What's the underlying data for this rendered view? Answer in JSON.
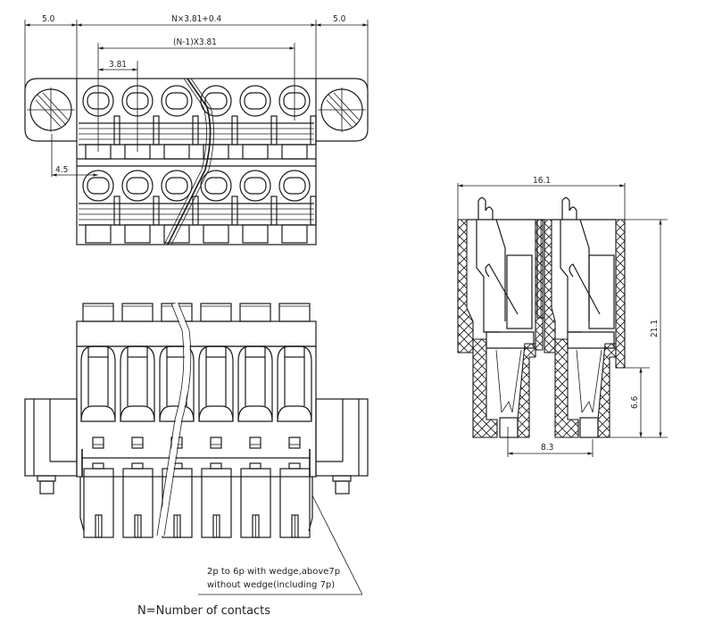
{
  "drawing": {
    "type": "pluggable terminal block connector dimension drawing",
    "contacts_shown": 6
  },
  "top_view": {
    "dimensions": {
      "left_flange": "5.0",
      "overall_body": "N×3.81+0.4",
      "right_flange": "5.0",
      "pitch_span": "(N-1)X3.81",
      "pitch": "3.81",
      "row_offset": "4.5"
    }
  },
  "side_view": {
    "dimensions": {
      "width": "16.1",
      "height": "21.1",
      "pin_height": "6.6",
      "row_spacing": "8.3"
    }
  },
  "front_view": {
    "note_line1": "2p to 6p with wedge,above7p",
    "note_line2": "without wedge(including 7p)"
  },
  "legend": {
    "n_definition": "N=Number of contacts"
  }
}
